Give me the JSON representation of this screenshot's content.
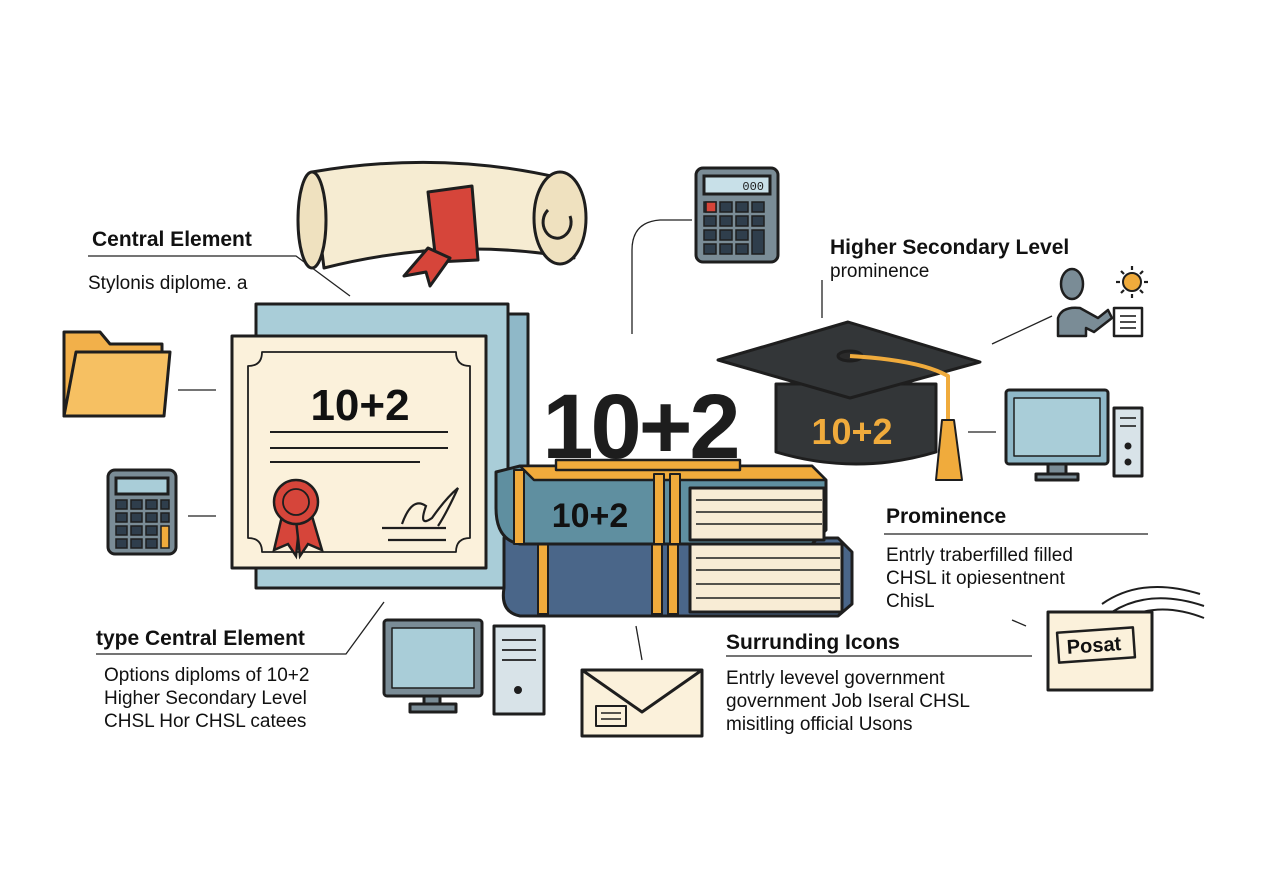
{
  "labels": {
    "central_element": {
      "heading": "Central Element",
      "line1": "Stylonis diplome. a"
    },
    "higher_secondary": {
      "heading": "Higher Secondary Level",
      "line1": "prominence"
    },
    "prominence": {
      "heading": "Prominence",
      "lines": [
        "Entrly traberfilled filled",
        "CHSL  it opiesentnent",
        "ChisL"
      ]
    },
    "type_central": {
      "heading": "type Central Element",
      "lines": [
        "Options diploms of 10+2",
        "Higher Secondary Level",
        "CHSL Hor CHSL catees"
      ]
    },
    "surrounding": {
      "heading": "Surrunding Icons",
      "lines": [
        "Entrly levevel government",
        "government Job Iseral CHSL",
        "misitling official Usons"
      ]
    }
  },
  "marks": {
    "certificate": "10+2",
    "big_number": "10+2",
    "book": "10+2",
    "cap": "10+2",
    "calculator_display": "000",
    "stamp": "Posat"
  },
  "colors": {
    "outline": "#1e1e1e",
    "paper": "#fbf1db",
    "blue_back": "#a9cdd8",
    "red": "#d6453a",
    "orange": "#f0ab3c",
    "teal_book": "#5f8fa0",
    "navy_book": "#4a6689",
    "cap": "#333638",
    "screen": "#a9cdd8",
    "folder": "#f2b04a"
  },
  "icons": [
    "scroll-icon",
    "folder-icon",
    "calculator-icon",
    "graduation-cap-icon",
    "book-stack-icon",
    "computer-icon",
    "envelope-icon",
    "postcard-icon",
    "teacher-icon",
    "sun-icon",
    "ribbon-seal-icon",
    "signature-icon"
  ]
}
